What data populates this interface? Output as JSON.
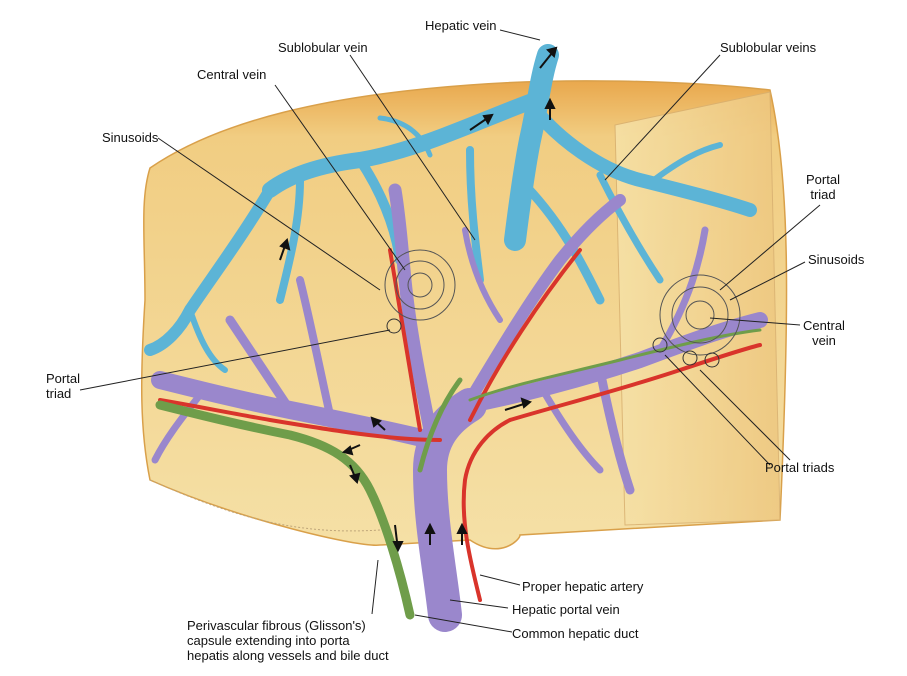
{
  "labels": {
    "hepatic_vein": "Hepatic vein",
    "sublobular_vein": "Sublobular vein",
    "sublobular_veins": "Sublobular veins",
    "central_vein_left": "Central vein",
    "sinusoids_left": "Sinusoids",
    "portal_triad_right": "Portal\ntriad",
    "sinusoids_right": "Sinusoids",
    "central_vein_right": "Central\nvein",
    "portal_triad_left": "Portal\ntriad",
    "portal_triads": "Portal triads",
    "proper_hepatic_artery": "Proper hepatic artery",
    "hepatic_portal_vein": "Hepatic portal vein",
    "common_hepatic_duct": "Common hepatic duct",
    "glisson_capsule": "Perivascular fibrous (Glisson's)\ncapsule extending into porta\nhepatis along vessels and bile duct"
  },
  "colors": {
    "liver_fill": "#f3d894",
    "liver_edge": "#e9b05a",
    "hepatic_vein": "#5cb4d6",
    "portal_vein": "#9a87cc",
    "artery": "#d9342b",
    "bile_duct": "#6f9d4a"
  }
}
